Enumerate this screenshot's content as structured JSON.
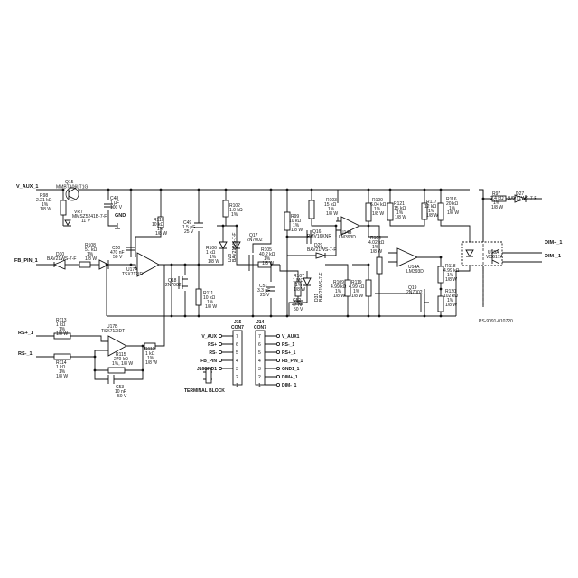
{
  "nets": {
    "v_aux": "V_AUX_1",
    "fb_pin": "FB_PIN_1",
    "rs_plus": "RS+_1",
    "rs_minus": "RS-_1",
    "gnd": "GND",
    "dim_plus": "DIM+_1",
    "dim_minus": "DIM-_1"
  },
  "parts": {
    "q15": [
      "Q15",
      "MMBTA06LT1G"
    ],
    "r98": [
      "R98",
      "2.21 kΩ",
      "1%",
      "1/8 W"
    ],
    "vr7": [
      "VR7",
      "MMSZ5241B-7-F",
      "11 V"
    ],
    "c48": [
      "C48",
      "1 µF",
      "100 V"
    ],
    "r110": [
      "R110",
      "10 kΩ",
      "1%",
      "1/8 W"
    ],
    "c49": [
      "C49",
      "1.5 µF",
      "25 V"
    ],
    "r102": [
      "R102",
      "1.0 kΩ",
      "1%"
    ],
    "c50": [
      "C50",
      "470 nF",
      "50 V"
    ],
    "r108": [
      "R108",
      "51 kΩ",
      "1%",
      "1/8 W"
    ],
    "d30": [
      "D30",
      "BAV21WS-7-F"
    ],
    "u17a": [
      "U17A",
      "TSX712IDT"
    ],
    "r106": [
      "R106",
      "1 kΩ",
      "1%",
      "1/8 W"
    ],
    "d28": [
      "D28",
      "BAV21WS-7-F"
    ],
    "q18": [
      "Q18",
      "2N7002"
    ],
    "r111": [
      "R111",
      "10 kΩ",
      "1%",
      "1/8 W"
    ],
    "q17": [
      "Q17",
      "2N7002"
    ],
    "r105": [
      "R105",
      "40.2 kΩ",
      "1%",
      "1/8 W"
    ],
    "c51": [
      "C51",
      "3.3 µF",
      "25 V"
    ],
    "r99": [
      "R99",
      "10 kΩ",
      "1%",
      "1/8 W"
    ],
    "q16": [
      "Q16",
      "PMV16XNR"
    ],
    "r103": [
      "R103",
      "15 kΩ",
      "1%",
      "1/8 W"
    ],
    "u14b": [
      "U14B",
      "LM393D"
    ],
    "d29": [
      "D29",
      "BAV21WS-7-F"
    ],
    "r107": [
      "R107",
      "1 MΩ",
      "1%",
      "1/8 W"
    ],
    "d31": [
      "D31",
      "BAV21WS-7-F"
    ],
    "c52": [
      "C52",
      "47 nF",
      "50 V"
    ],
    "r109": [
      "R109",
      "4.99 kΩ",
      "1%",
      "1/8 W"
    ],
    "r119": [
      "R119",
      "4.99 kΩ",
      "1%",
      "1/8 W"
    ],
    "r100": [
      "R100",
      "6.04 kΩ",
      "1%",
      "1/8 W"
    ],
    "r121": [
      "R121",
      "15 kΩ",
      "1%",
      "1/8 W"
    ],
    "r104": [
      "R104",
      "4.02 kΩ",
      "1%",
      "1/8 W"
    ],
    "r117": [
      "R117",
      "12 kΩ",
      "1%",
      "1/8 W"
    ],
    "r116": [
      "R116",
      "20 kΩ",
      "1%",
      "1/8 W"
    ],
    "u14a": [
      "U14A",
      "LM393D"
    ],
    "r118": [
      "R118",
      "4.99 kΩ",
      "1%",
      "1/8 W"
    ],
    "q19": [
      "Q19",
      "2N7002"
    ],
    "r120": [
      "R120",
      "102 kΩ",
      "1%",
      "1/8 W"
    ],
    "r97": [
      "R97",
      "2.4 kΩ",
      "1%",
      "1/8 W"
    ],
    "d27": [
      "D27",
      "BAV21WS-7-F"
    ],
    "u15a": [
      "U15A",
      "VO617A"
    ],
    "r113": [
      "R113",
      "1 kΩ",
      "1%",
      "1/8 W"
    ],
    "r114": [
      "R114",
      "1 kΩ",
      "1%",
      "1/8 W"
    ],
    "u17b": [
      "U17B",
      "TSX712IDT"
    ],
    "r115": [
      "R115",
      "270 kΩ",
      "1%, 1/8 W"
    ],
    "r112": [
      "R112",
      "1 kΩ",
      "1%",
      "1/8 W"
    ],
    "c53": [
      "C53",
      "10 nF",
      "50 V"
    ]
  },
  "connectors": {
    "j15": {
      "ref": "J15",
      "part": "CON7"
    },
    "j14": {
      "ref": "J14",
      "part": "CON7"
    },
    "j16": {
      "ref": "J16"
    },
    "terminal_block": "TERMINAL BLOCK",
    "j15_pins": [
      "V_AUX",
      "RS+",
      "RS-",
      "FB_PIN",
      "GND1"
    ],
    "j14_pins": [
      "V_AUX1",
      "RS-_1",
      "RS+_1",
      "FB_PIN_1",
      "GND1_1",
      "DIM+_1",
      "DIM-_1"
    ],
    "pin_numbers": [
      "7",
      "6",
      "5",
      "4",
      "3",
      "2",
      "1"
    ]
  },
  "drawing_number": "PS-9091-010720"
}
